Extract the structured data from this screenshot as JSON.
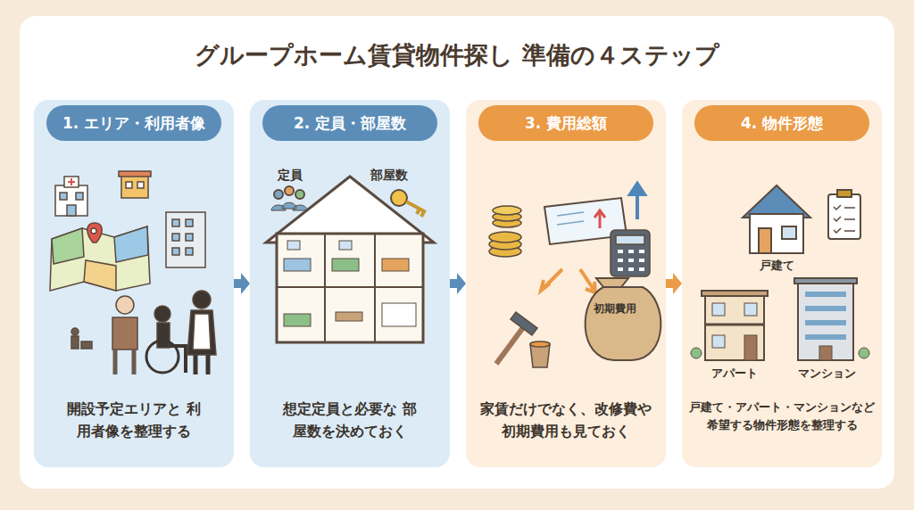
{
  "diagram": {
    "title": "グループホーム賃貸物件探し 準備の４ステップ",
    "nodes": [
      {
        "text": [
          "開設予定エリアと 利用者像を整理する"
        ]
      },
      {
        "text": [
          "1. エリア・利用者像"
        ],
        "in": 0
      },
      {
        "text": [
          "想定定員と必要な 部屋数を決めておく"
        ]
      },
      {
        "text": [
          "2. 定員・部屋数"
        ],
        "in": 2
      },
      {
        "text": [
          "家賃だけでなく、改修費や 初期費用も見ておく"
        ]
      },
      {
        "text": [
          "3. 費用総額"
        ],
        "in": 4
      },
      {
        "text": [
          "戸建て・アパート・マンションなど 希望する物件形態を整理する"
        ]
      },
      {
        "text": [
          "4. 物件形態"
        ],
        "in": 6
      }
    ],
    "edges": [
      {
        "from": 0,
        "to": 2,
        "arrow": "to"
      },
      {
        "from": 2,
        "to": 4,
        "arrow": "to"
      },
      {
        "from": 4,
        "to": 6,
        "arrow": "to"
      }
    ],
    "labels": [
      "定員",
      "部屋数",
      "初期費用",
      "戸建て",
      "アパート",
      "マンション"
    ]
  }
}
